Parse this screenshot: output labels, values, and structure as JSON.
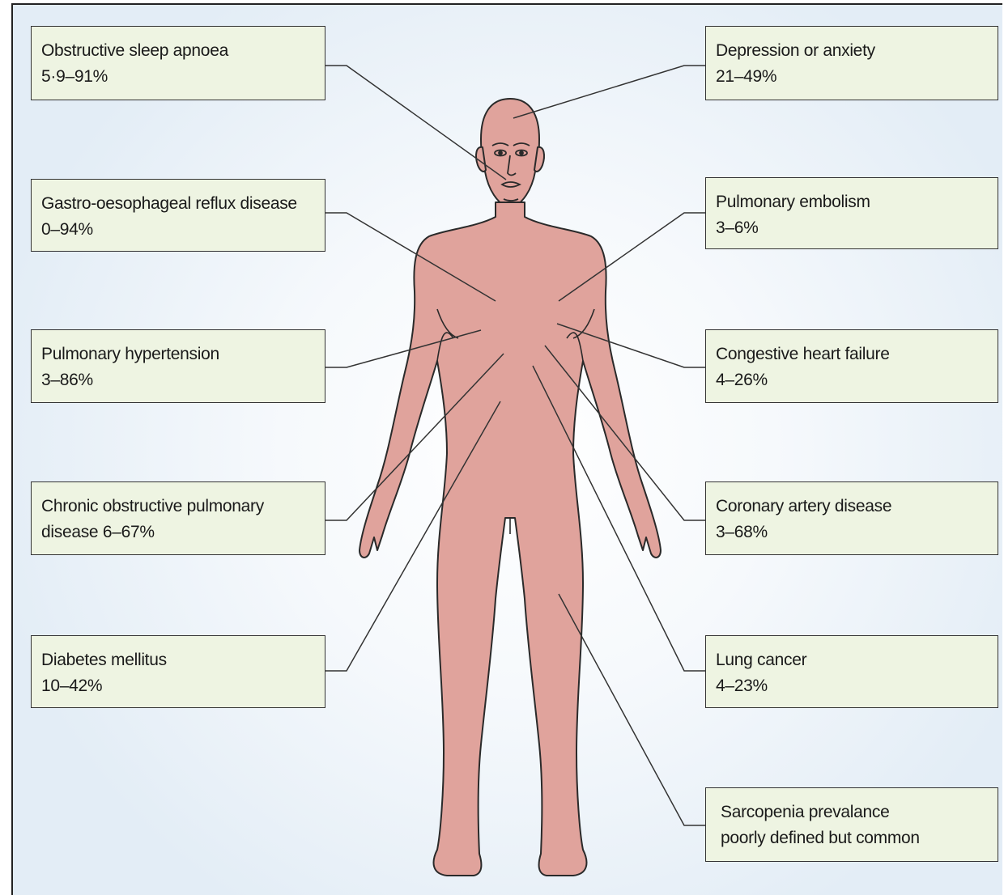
{
  "conditions": [
    {
      "line1": "Obstructive sleep apnoea",
      "line2": "5·9–91%"
    },
    {
      "line1": "Gastro-oesophageal reflux disease",
      "line2": "0–94%"
    },
    {
      "line1": "Pulmonary hypertension",
      "line2": "3–86%"
    },
    {
      "line1": "Chronic obstructive pulmonary",
      "line2": "disease 6–67%"
    },
    {
      "line1": "Diabetes mellitus",
      "line2": "10–42%"
    },
    {
      "line1": "Depression or anxiety",
      "line2": "21–49%"
    },
    {
      "line1": "Pulmonary embolism",
      "line2": "3–6%"
    },
    {
      "line1": "Congestive heart failure",
      "line2": "4–26%"
    },
    {
      "line1": "Coronary artery disease",
      "line2": "3–68%"
    },
    {
      "line1": "Lung cancer",
      "line2": "4–23%"
    },
    {
      "line1": "Sarcopenia prevalance",
      "line2": "poorly defined but common"
    }
  ],
  "colors": {
    "body_fill": "#e0a39c",
    "box_fill": "#eef4e2",
    "outline": "#333333"
  }
}
